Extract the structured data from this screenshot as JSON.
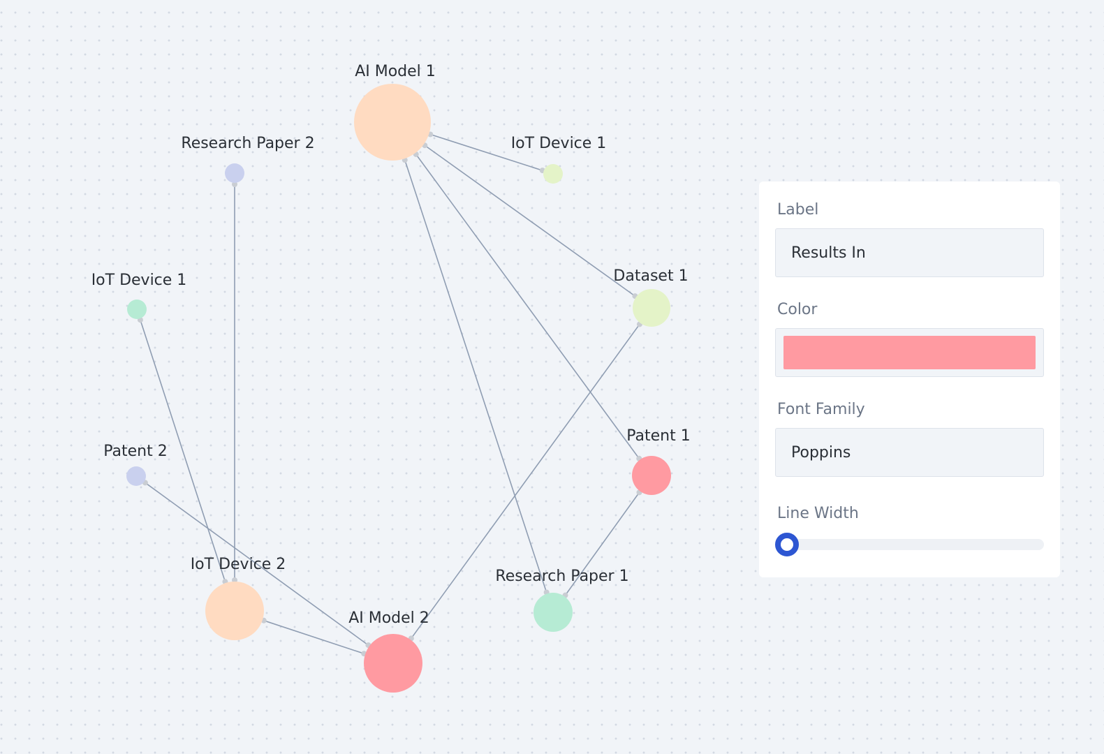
{
  "graph": {
    "nodes": [
      {
        "id": "ai1",
        "label": "AI Model 1",
        "color": "#ffdbc1"
      },
      {
        "id": "rp2",
        "label": "Research Paper 2",
        "color": "#c9d0ee"
      },
      {
        "id": "iot1a",
        "label": "IoT Device 1",
        "color": "#e4f3c8"
      },
      {
        "id": "iot1b",
        "label": "IoT Device 1",
        "color": "#b6ebd4"
      },
      {
        "id": "ds1",
        "label": "Dataset 1",
        "color": "#e4f3c8"
      },
      {
        "id": "pat2",
        "label": "Patent 2",
        "color": "#c9d0ee"
      },
      {
        "id": "pat1",
        "label": "Patent 1",
        "color": "#ff9aa1"
      },
      {
        "id": "iot2",
        "label": "IoT Device 2",
        "color": "#ffdbc1"
      },
      {
        "id": "rp1",
        "label": "Research Paper 1",
        "color": "#b6ebd4"
      },
      {
        "id": "ai2",
        "label": "AI Model 2",
        "color": "#ff9aa1"
      }
    ],
    "edges": [
      {
        "source": "ai1",
        "target": "iot1a"
      },
      {
        "source": "ai1",
        "target": "ds1"
      },
      {
        "source": "ai1",
        "target": "pat1"
      },
      {
        "source": "ai1",
        "target": "rp1"
      },
      {
        "source": "rp2",
        "target": "iot2"
      },
      {
        "source": "iot1b",
        "target": "iot2"
      },
      {
        "source": "pat2",
        "target": "ai2"
      },
      {
        "source": "iot2",
        "target": "ai2"
      },
      {
        "source": "ds1",
        "target": "ai2"
      },
      {
        "source": "pat1",
        "target": "rp1"
      }
    ],
    "edge_color": "#8f9db2"
  },
  "panel": {
    "label_title": "Label",
    "label_value": "Results In",
    "color_title": "Color",
    "color_value": "#ff9aa1",
    "font_title": "Font Family",
    "font_value": "Poppins",
    "line_width_title": "Line Width",
    "line_width_fraction": 0.0
  }
}
